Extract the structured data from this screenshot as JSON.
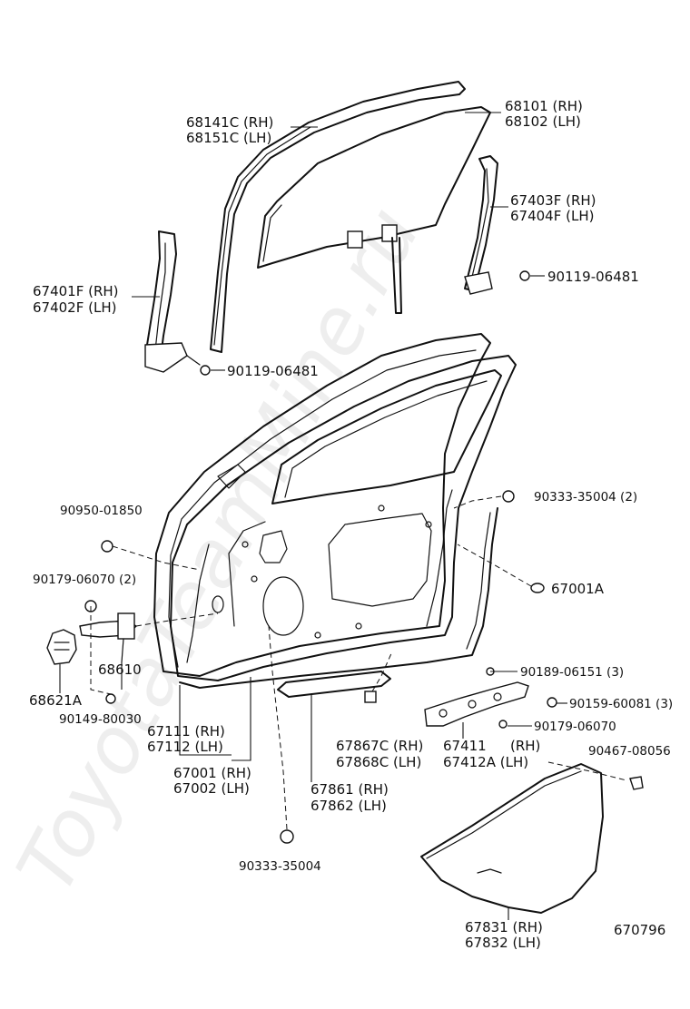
{
  "watermark": "ToyotaTeamMine.ru",
  "diagram_id": "670796",
  "callouts": {
    "glass_channel": [
      "68141C (RH)",
      "68151C (LH)"
    ],
    "glass": [
      "68101 (RH)",
      "68102 (LH)"
    ],
    "rear_run": [
      "67403F (RH)",
      "67404F (LH)"
    ],
    "rear_bolt": "90119-06481",
    "front_run": [
      "67401F (RH)",
      "67402F (LH)"
    ],
    "front_bolt": "90119-06481",
    "plug_a": "90950-01850",
    "plug_b": "90333-35004 (2)",
    "nut": "90179-06070 (2)",
    "clip": "67001A",
    "check": "68610",
    "hinge_cover": "68621A",
    "hinge_bolt": "90149-80030",
    "screw_a": "90189-06151 (3)",
    "screw_b": "90159-60081 (3)",
    "nut_b": "90179-06070",
    "weatherstrip": [
      "67111 (RH)",
      "67112 (LH)"
    ],
    "panel": [
      "67001 (RH)",
      "67002 (LH)"
    ],
    "clip_c": [
      "67867C (RH)",
      "67868C (LH)"
    ],
    "regulator": [
      "67411",
      "(RH)",
      "67412A (LH)"
    ],
    "plug_c": "90333-35004",
    "belt": [
      "67861 (RH)",
      "67862 (LH)"
    ],
    "fastener": "90467-08056",
    "seal": [
      "67831 (RH)",
      "67832 (LH)"
    ]
  }
}
